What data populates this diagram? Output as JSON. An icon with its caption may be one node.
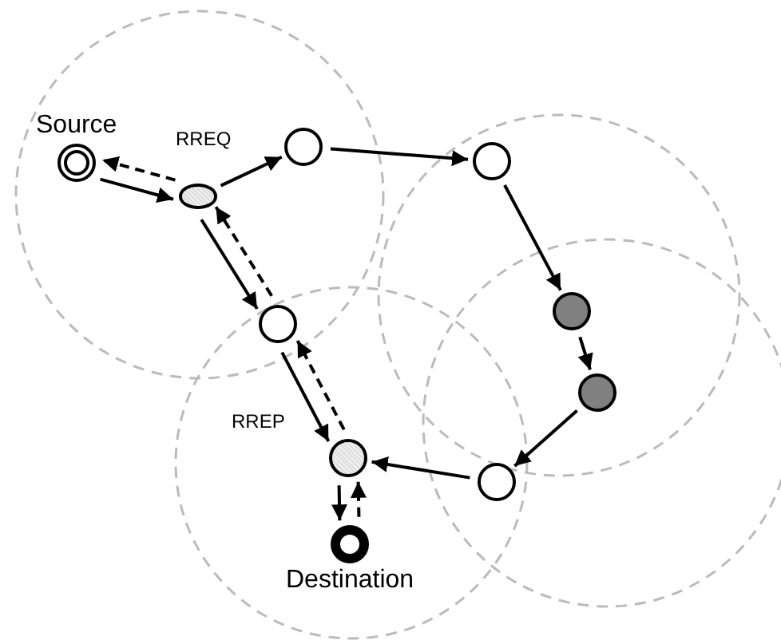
{
  "diagram": {
    "nodes": [
      {
        "text": [
          "Source"
        ]
      },
      {
        "text": [],
        "shape": "ellipse"
      },
      {
        "text": [],
        "shape": "circle"
      },
      {
        "text": [],
        "shape": "circle"
      },
      {
        "text": [],
        "shape": "circle"
      },
      {
        "text": [],
        "shape": "circle"
      },
      {
        "text": [],
        "shape": "circle"
      },
      {
        "text": [],
        "shape": "circle"
      },
      {
        "text": [
          "Destination"
        ]
      },
      {
        "text": [],
        "shape": "circle"
      }
    ],
    "edges": [
      {
        "from": 0,
        "to": 1,
        "arrow": "to"
      },
      {
        "from": 1,
        "to": 0,
        "arrow": "to",
        "style": "dashed"
      },
      {
        "from": 1,
        "to": 2,
        "arrow": "to"
      },
      {
        "from": 2,
        "to": 3,
        "arrow": "to"
      },
      {
        "from": 3,
        "to": 4,
        "arrow": "to"
      },
      {
        "from": 4,
        "to": 5,
        "arrow": "to"
      },
      {
        "from": 5,
        "to": 6,
        "arrow": "to"
      },
      {
        "from": 6,
        "to": 7,
        "arrow": "to"
      },
      {
        "from": 1,
        "to": 9,
        "arrow": "to"
      },
      {
        "from": 9,
        "to": 1,
        "arrow": "to",
        "style": "dashed"
      },
      {
        "from": 9,
        "to": 7,
        "arrow": "to"
      },
      {
        "from": 7,
        "to": 9,
        "arrow": "to",
        "style": "dashed"
      },
      {
        "from": 7,
        "to": 8,
        "arrow": "to"
      },
      {
        "from": 8,
        "to": 7,
        "arrow": "to",
        "style": "dashed"
      }
    ],
    "labels": [
      "RREQ",
      "RREP"
    ]
  }
}
